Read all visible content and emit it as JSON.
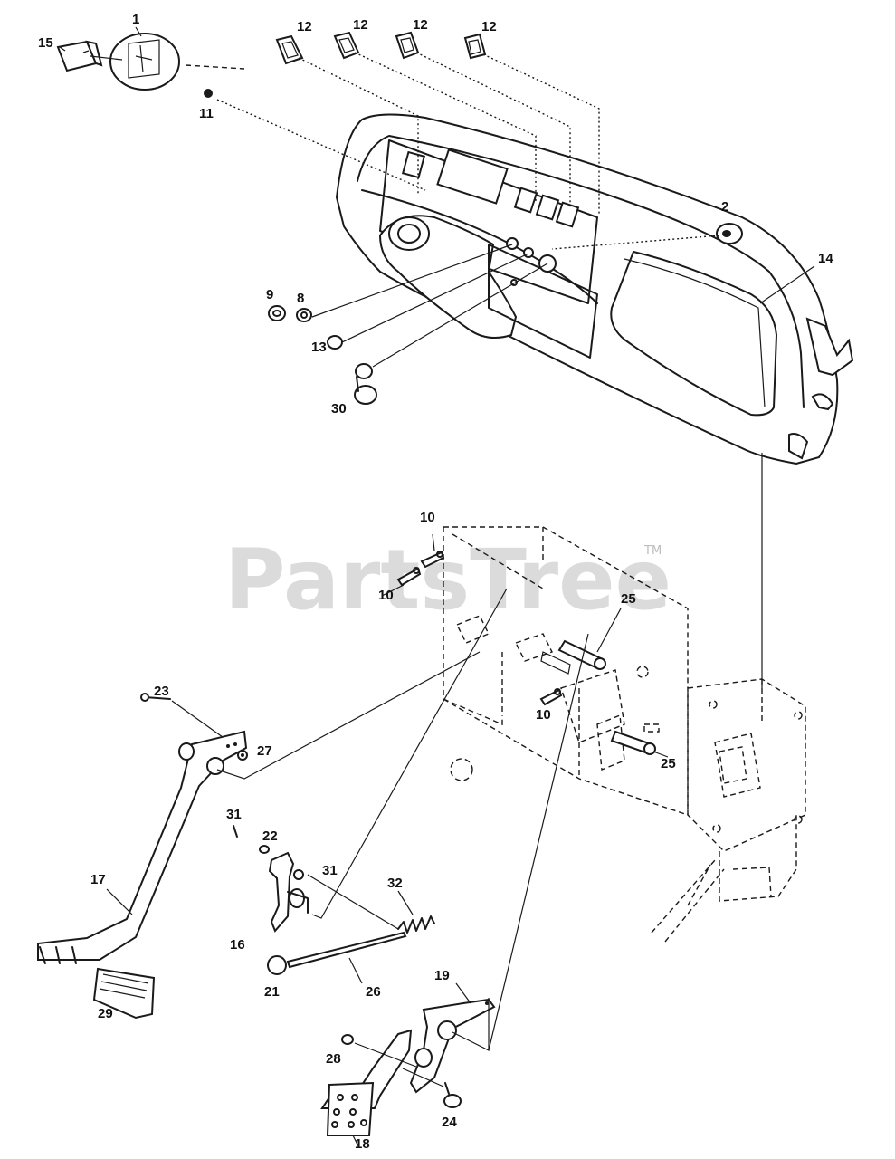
{
  "watermark": {
    "text": "PartsTree",
    "trademark": "TM"
  },
  "callouts": {
    "c1": "1",
    "c2": "2",
    "c8": "8",
    "c9": "9",
    "c10a": "10",
    "c10b": "10",
    "c10c": "10",
    "c11": "11",
    "c12a": "12",
    "c12b": "12",
    "c12c": "12",
    "c12d": "12",
    "c13": "13",
    "c14": "14",
    "c15": "15",
    "c16": "16",
    "c17": "17",
    "c18": "18",
    "c19": "19",
    "c21": "21",
    "c22": "22",
    "c23": "23",
    "c24": "24",
    "c25a": "25",
    "c25b": "25",
    "c26": "26",
    "c27": "27",
    "c28": "28",
    "c29": "29",
    "c30": "30",
    "c31a": "31",
    "c31b": "31",
    "c32": "32"
  }
}
